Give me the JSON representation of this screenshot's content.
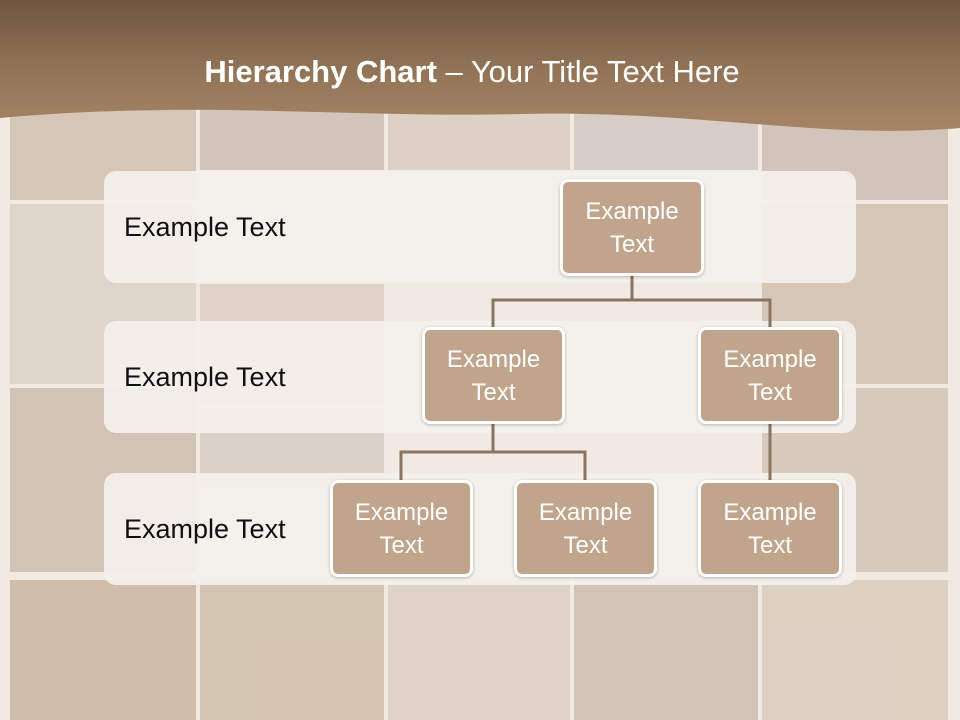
{
  "slide": {
    "title_bold": "Hierarchy Chart",
    "title_dash": " – ",
    "title_rest": "Your Title Text Here"
  },
  "levels": [
    {
      "label": "Example Text"
    },
    {
      "label": "Example Text"
    },
    {
      "label": "Example Text"
    }
  ],
  "nodes": {
    "root": "Example Text",
    "level2": [
      "Example Text",
      "Example Text"
    ],
    "level3": [
      "Example Text",
      "Example Text",
      "Example Text"
    ]
  },
  "colors": {
    "header_brown": "#8a6a4c",
    "node_fill": "#c0a58c",
    "connector": "#8a7464",
    "row_fill": "#f4f0ec"
  }
}
